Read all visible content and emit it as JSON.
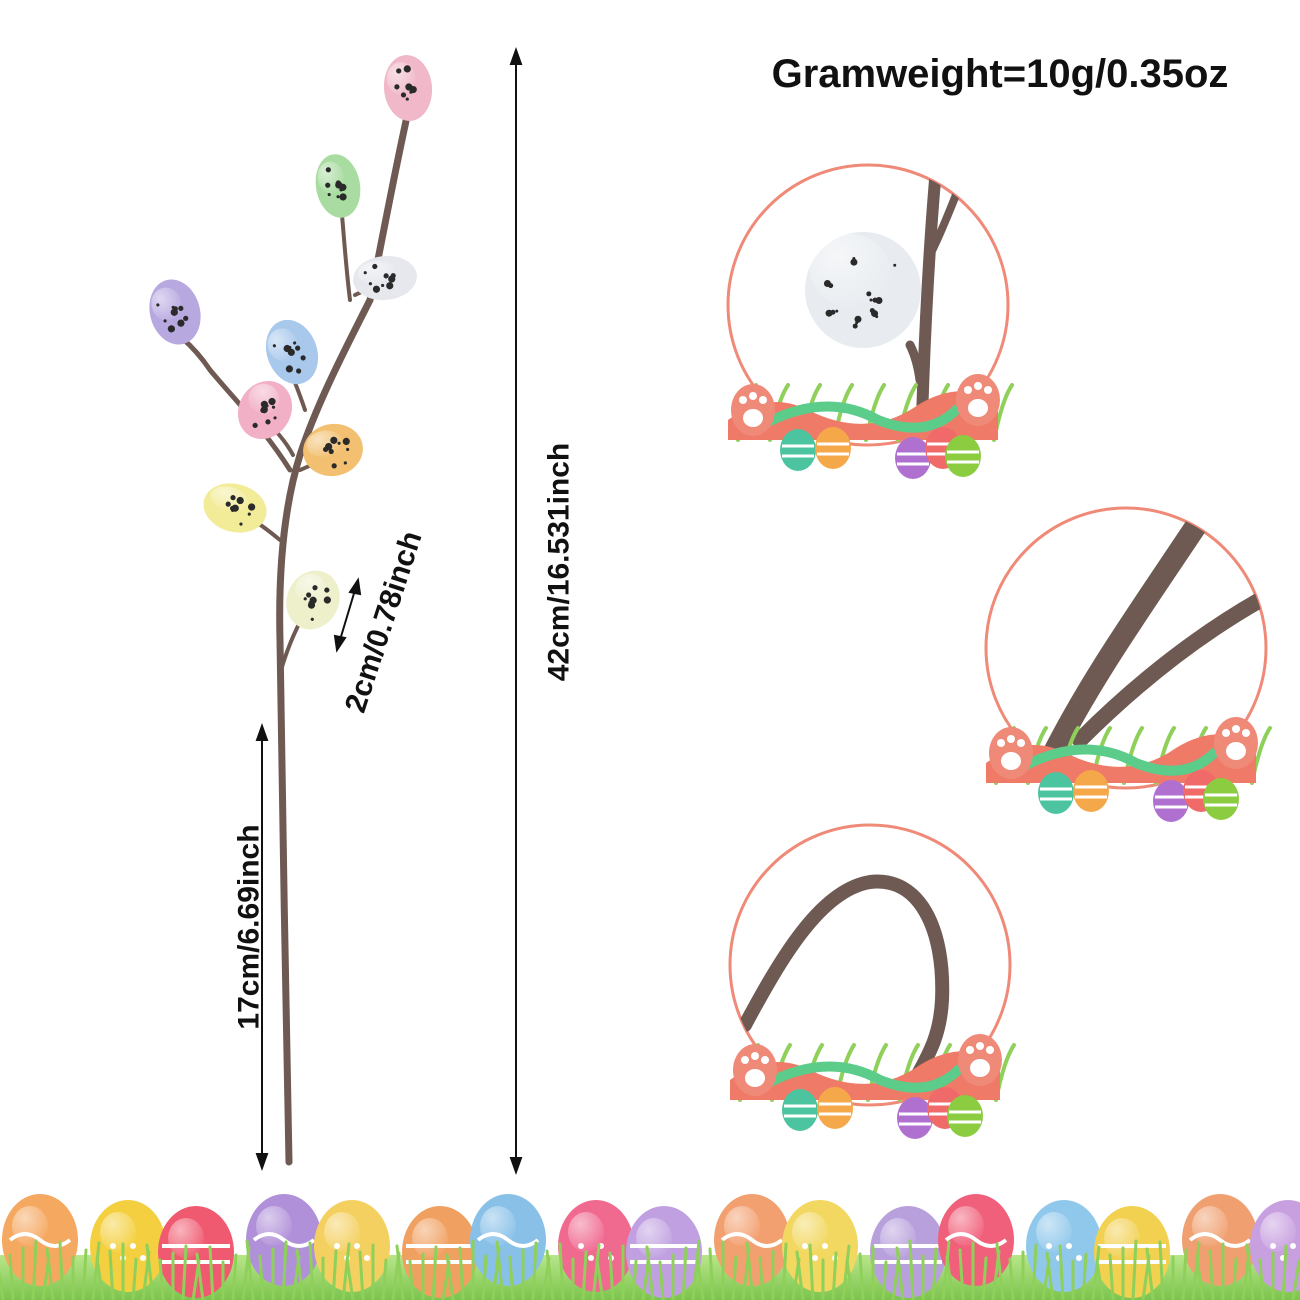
{
  "heading": "Gramweight=10g/0.35oz",
  "dimensions": {
    "egg_size": "2cm/0.78inch",
    "total_length": "42cm/16.531inch",
    "stem_length": "17cm/6.69inch"
  },
  "egg_colors": [
    "#f0b8c8",
    "#a8dca0",
    "#e6e8ee",
    "#b8a8e0",
    "#a8c8ec",
    "#f2b0c6",
    "#f2c070",
    "#f2ec98",
    "#eef0cc"
  ],
  "accent_colors": {
    "circle_border": "#f08a78",
    "stem": "#6e5a52",
    "arrow": "#111111"
  },
  "detail_views": [
    "egg-on-branch-detail",
    "branch-fork-detail",
    "branch-curve-detail"
  ]
}
